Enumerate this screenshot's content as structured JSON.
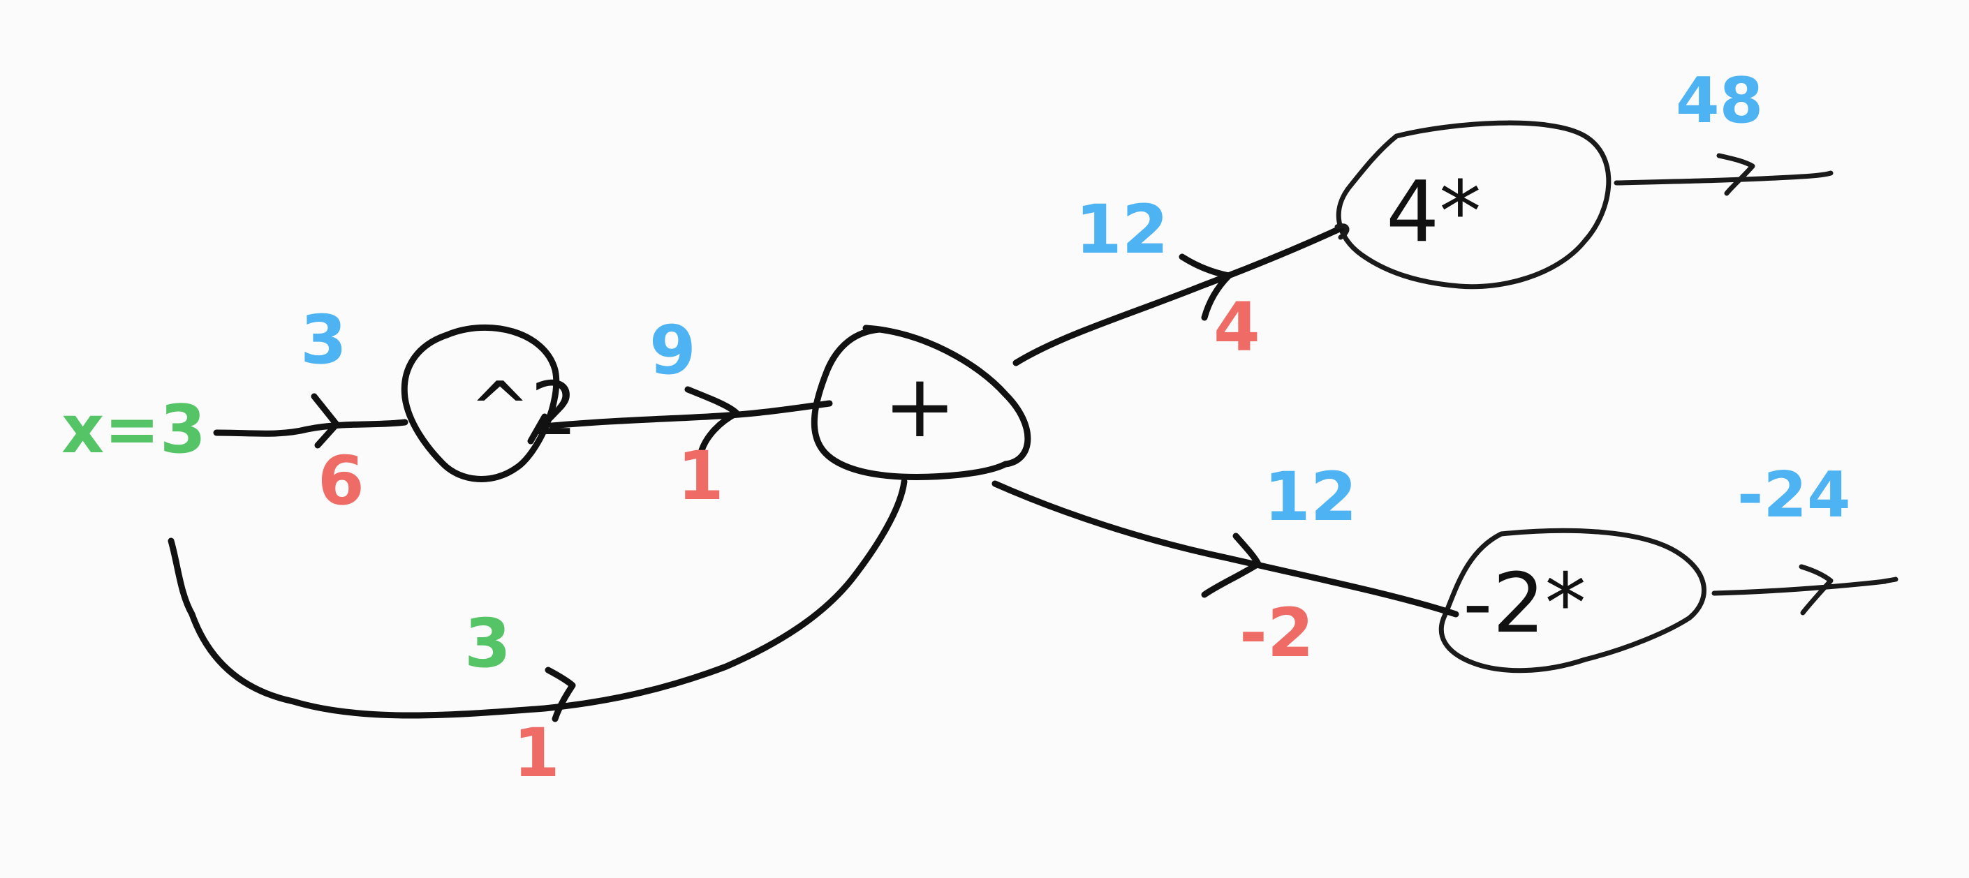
{
  "colors": {
    "forward": "#4db3f2",
    "gradient": "#ee6b66",
    "input": "#55c466",
    "ink": "#111111",
    "background": "#fbfbfb"
  },
  "input_label": "x=3",
  "nodes": {
    "square": "^2",
    "add": "+",
    "times4": "4*",
    "times_neg2": "-2*"
  },
  "edges": {
    "x_to_square": {
      "forward": "3",
      "gradient": "6"
    },
    "square_to_add": {
      "forward": "9",
      "gradient": "1"
    },
    "skip_to_add": {
      "forward": "3",
      "gradient": "1"
    },
    "add_to_times4": {
      "forward": "12",
      "gradient": "4"
    },
    "add_to_times_neg2": {
      "forward": "12",
      "gradient": "-2"
    },
    "times4_out": {
      "forward": "48"
    },
    "times_neg2_out": {
      "forward": "-24"
    }
  }
}
